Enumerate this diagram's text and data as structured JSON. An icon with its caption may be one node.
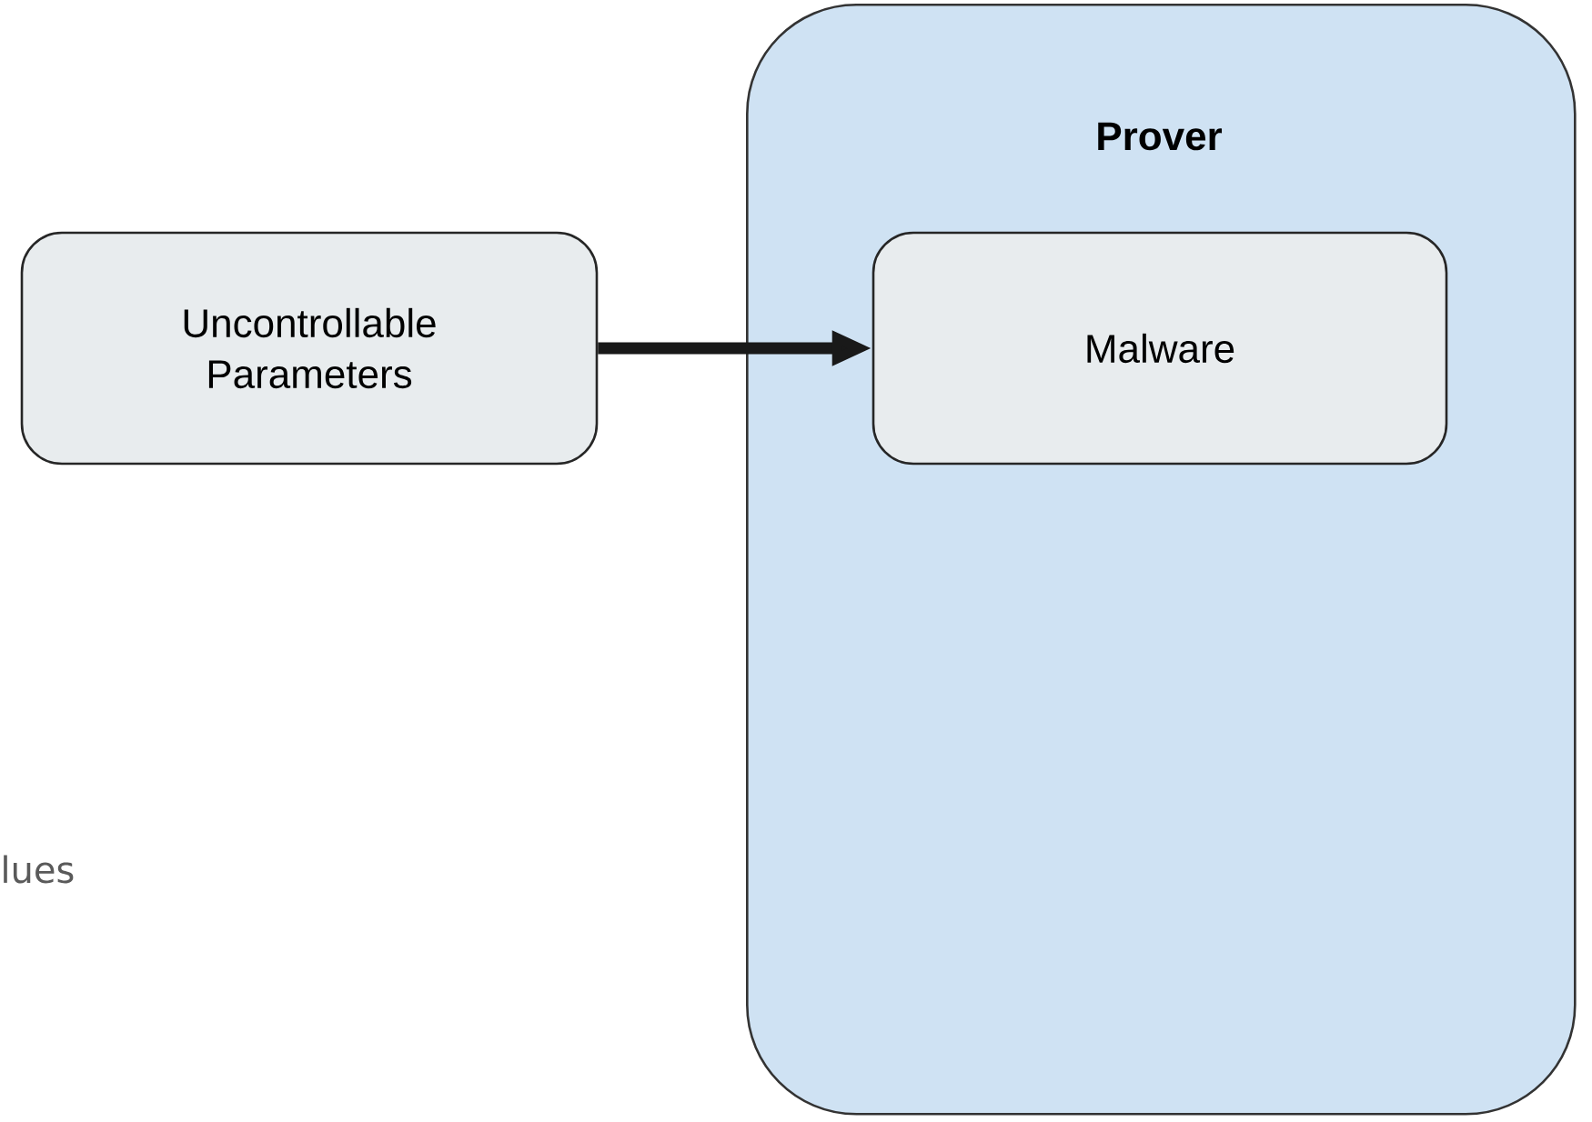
{
  "diagram": {
    "nodes": [
      {
        "text": [
          "Prover"
        ]
      },
      {
        "text": [
          "Malware"
        ],
        "in": 0
      },
      {
        "text": [
          "Uncontrollable Parameters"
        ]
      }
    ],
    "edges": [
      {
        "from": 2,
        "to": 1,
        "arrow": "to"
      }
    ],
    "labels": [
      "lues"
    ]
  }
}
